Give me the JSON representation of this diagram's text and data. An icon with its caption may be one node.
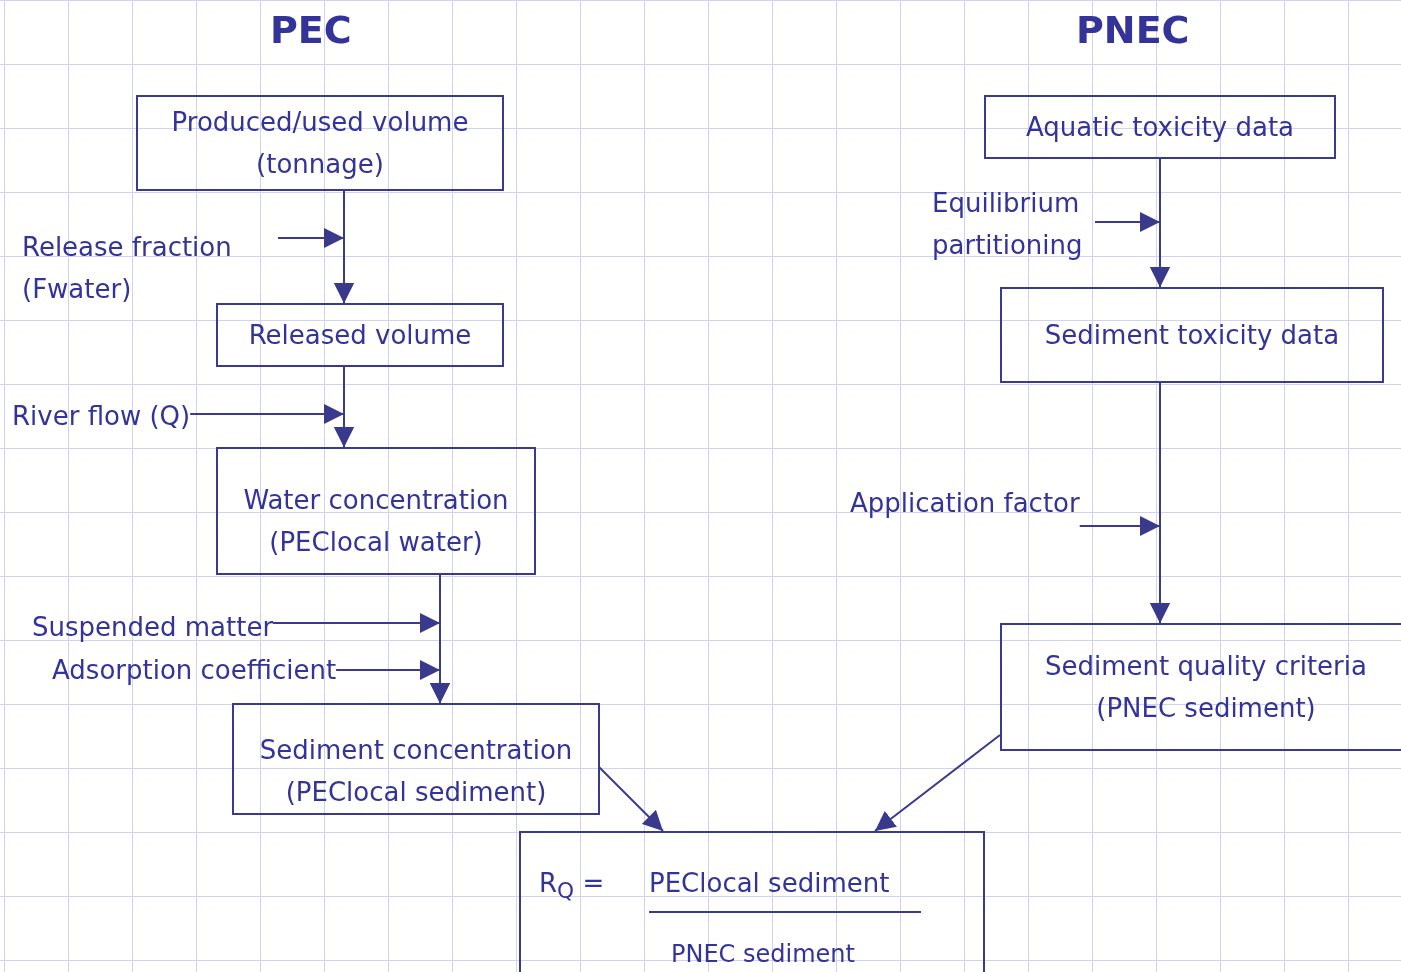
{
  "diagram": {
    "nodes": [
      {
        "text": [
          "Produced/used volume (tonnage)"
        ]
      },
      {
        "text": [
          "Released volume"
        ]
      },
      {
        "text": [
          "Water concentration (PEClocal water)"
        ]
      },
      {
        "text": [
          "Sediment concentration (PEClocal sediment)"
        ]
      },
      {
        "text": [
          "R$_{Q}$ =",
          "PEClocal sediment",
          "PNEC sediment"
        ]
      },
      {
        "text": [
          "Aquatic toxicity data"
        ]
      },
      {
        "text": [
          "Sediment toxicity data"
        ]
      },
      {
        "text": [
          "Sediment quality criteria (PNEC sediment)"
        ]
      },
      {
        "text": [
          "Release fraction (Fwater)"
        ]
      },
      {
        "text": [
          "River flow (Q)"
        ]
      },
      {
        "text": [
          "Suspended matter"
        ]
      },
      {
        "text": [
          "Adsorption coefficient"
        ]
      },
      {
        "text": [
          "Equilibrium partitioning"
        ]
      },
      {
        "text": [
          "Application factor"
        ]
      }
    ],
    "edges": [
      {
        "from": 0,
        "to": 1,
        "arrow": "to"
      },
      {
        "from": 8,
        "to": 1,
        "arrow": "to"
      },
      {
        "from": 1,
        "to": 2,
        "arrow": "to"
      },
      {
        "from": 9,
        "to": 2,
        "arrow": "to"
      },
      {
        "from": 2,
        "to": 3,
        "arrow": "to"
      },
      {
        "from": 10,
        "to": 3,
        "arrow": "to"
      },
      {
        "from": 11,
        "to": 3,
        "arrow": "to"
      },
      {
        "from": 3,
        "to": 4,
        "arrow": "to"
      },
      {
        "from": 5,
        "to": 6,
        "arrow": "to"
      },
      {
        "from": 12,
        "to": 6,
        "arrow": "to"
      },
      {
        "from": 6,
        "to": 7,
        "arrow": "to"
      },
      {
        "from": 13,
        "to": 7,
        "arrow": "to"
      },
      {
        "from": 7,
        "to": 4,
        "arrow": "to"
      }
    ],
    "labels": [
      "PEC",
      "PNEC"
    ]
  }
}
